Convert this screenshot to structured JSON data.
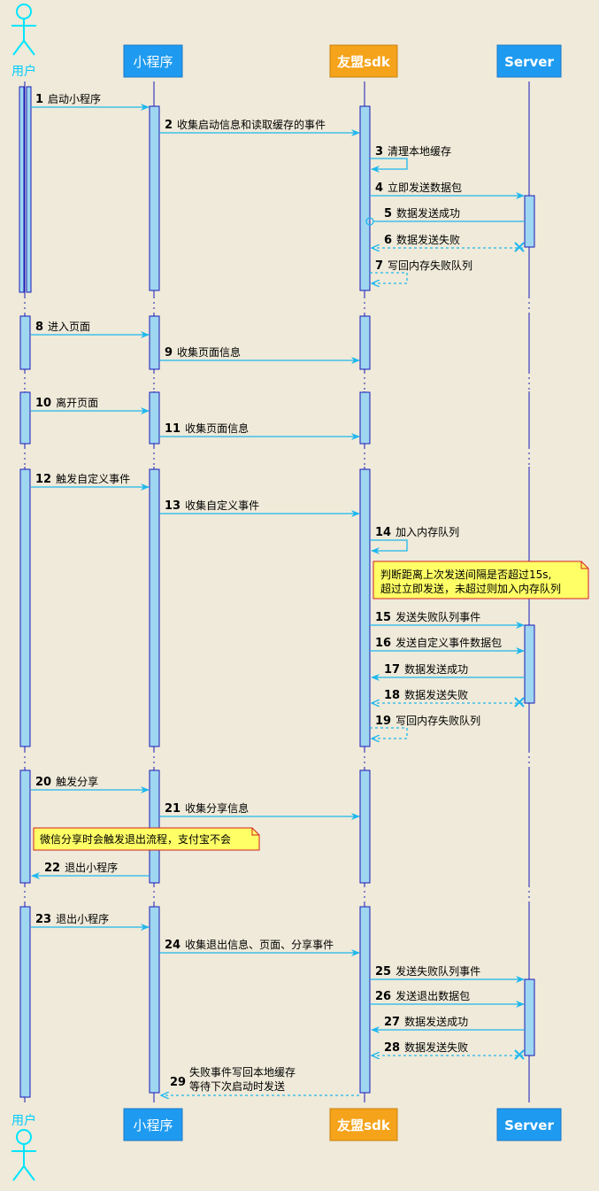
{
  "colors": {
    "background": "#EFEAD9",
    "lifeline": "#1A1AB8",
    "activation_fill": "#9FD6F0",
    "activation_stroke": "#1A1AB8",
    "arrow": "#1EB7EE",
    "participant_blue": "#1E9BF0",
    "participant_orange": "#F5A31A",
    "actor": "#00E5FF",
    "note_fill": "#FFFF66",
    "note_stroke": "#D22020"
  },
  "participants": {
    "user": "用户",
    "miniapp": "小程序",
    "sdk": "友盟sdk",
    "server": "Server"
  },
  "messages": [
    {
      "num": "1",
      "text": "启动小程序"
    },
    {
      "num": "2",
      "text": "收集启动信息和读取缓存的事件"
    },
    {
      "num": "3",
      "text": "清理本地缓存"
    },
    {
      "num": "4",
      "text": "立即发送数据包"
    },
    {
      "num": "5",
      "text": "数据发送成功"
    },
    {
      "num": "6",
      "text": "数据发送失败"
    },
    {
      "num": "7",
      "text": "写回内存失败队列"
    },
    {
      "num": "8",
      "text": "进入页面"
    },
    {
      "num": "9",
      "text": "收集页面信息"
    },
    {
      "num": "10",
      "text": "离开页面"
    },
    {
      "num": "11",
      "text": "收集页面信息"
    },
    {
      "num": "12",
      "text": "触发自定义事件"
    },
    {
      "num": "13",
      "text": "收集自定义事件"
    },
    {
      "num": "14",
      "text": "加入内存队列"
    },
    {
      "num": "15",
      "text": "发送失败队列事件"
    },
    {
      "num": "16",
      "text": "发送自定义事件数据包"
    },
    {
      "num": "17",
      "text": "数据发送成功"
    },
    {
      "num": "18",
      "text": "数据发送失败"
    },
    {
      "num": "19",
      "text": "写回内存失败队列"
    },
    {
      "num": "20",
      "text": "触发分享"
    },
    {
      "num": "21",
      "text": "收集分享信息"
    },
    {
      "num": "22",
      "text": "退出小程序"
    },
    {
      "num": "23",
      "text": "退出小程序"
    },
    {
      "num": "24",
      "text": "收集退出信息、页面、分享事件"
    },
    {
      "num": "25",
      "text": "发送失败队列事件"
    },
    {
      "num": "26",
      "text": "发送退出数据包"
    },
    {
      "num": "27",
      "text": "数据发送成功"
    },
    {
      "num": "28",
      "text": "数据发送失败"
    },
    {
      "num": "29",
      "text": "失败事件写回本地缓存",
      "text2": "等待下次启动时发送"
    }
  ],
  "notes": {
    "interval_note_line1": "判断距离上次发送间隔是否超过15s,",
    "interval_note_line2": "超过立即发送，未超过则加入内存队列",
    "share_note": "微信分享时会触发退出流程，支付宝不会"
  }
}
